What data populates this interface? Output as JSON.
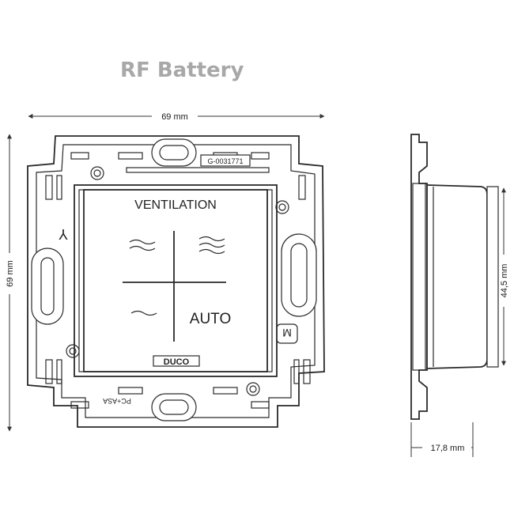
{
  "title": "RF Battery",
  "dimensions": {
    "width": "69 mm",
    "height": "69 mm",
    "depth_height": "44,5 mm",
    "depth": "17,8 mm"
  },
  "device": {
    "code": "G-0031771",
    "button_label": "VENTILATION",
    "auto_label": "AUTO",
    "brand": "DUCO",
    "back_text": "PC+ASA",
    "m_label": "M",
    "y_symbol": "Y"
  }
}
